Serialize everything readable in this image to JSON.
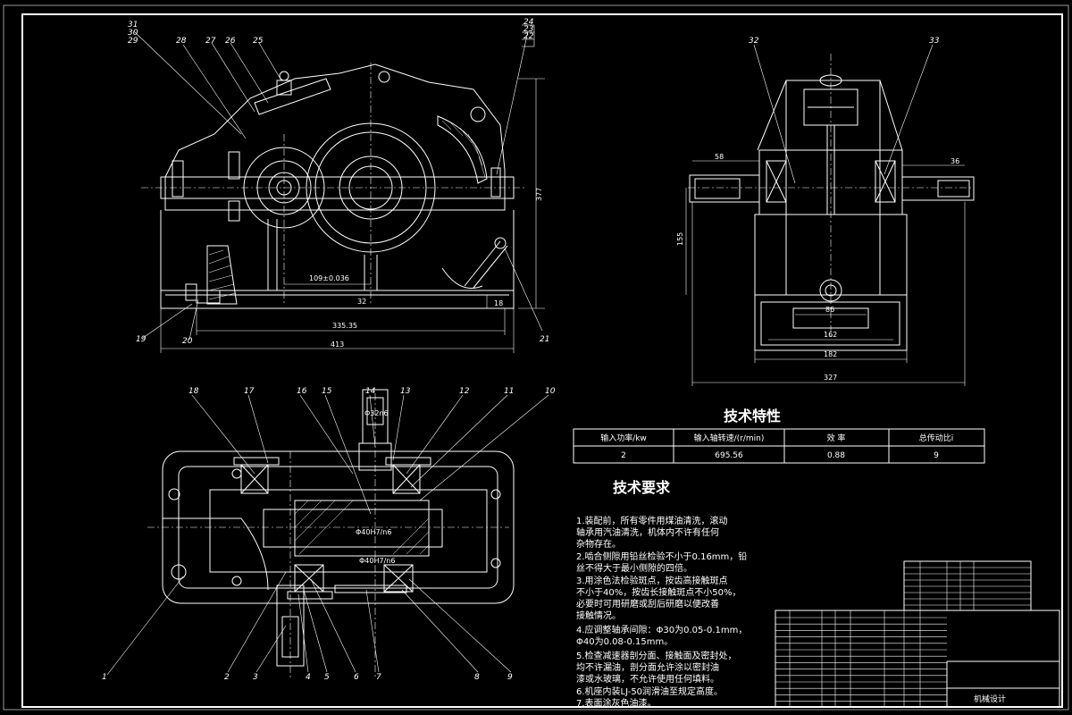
{
  "tech_char": {
    "title": "技术特性",
    "headers": [
      "输入功率/kw",
      "输入轴转速/(r/min)",
      "效 率",
      "总传动比i"
    ],
    "values": [
      "2",
      "695.56",
      "0.88",
      "9"
    ]
  },
  "tech_req": {
    "title": "技术要求",
    "lines": [
      "1.装配前，所有零件用煤油清洗，滚动",
      "   轴承用汽油清洗，机体内不许有任何",
      "   杂物存在。",
      "2.啮合侧隙用铅丝检验不小于0.16mm，铅",
      "   丝不得大于最小侧隙的四倍。",
      "3.用涂色法检验斑点，按齿高接触斑点",
      "   不小于40%，按齿长接触斑点不小50%，",
      "   必要时可用研磨或刮后研磨以便改善",
      "   接触情况。",
      "4.应调整轴承间隙：Φ30为0.05-0.1mm，",
      "   Φ40为0.08-0.15mm。",
      "5.检查减速器剖分面、接触面及密封处，",
      "   均不许漏油，剖分面允许涂以密封油",
      "   漆或水玻璃，不允许使用任何填料。",
      "6.机座内装LJ-50润滑油至规定高度。",
      "7.表面涂灰色油漆。"
    ]
  },
  "front_view": {
    "labels": [
      "31",
      "30",
      "29",
      "28",
      "27",
      "26",
      "25",
      "24",
      "23",
      "22",
      "19",
      "20",
      "21"
    ],
    "dims": [
      "377",
      "335.35",
      "413",
      "109±0.036",
      "32",
      "18"
    ]
  },
  "side_view": {
    "labels": [
      "32",
      "33"
    ],
    "dims": [
      "58",
      "36",
      "155",
      "86",
      "162",
      "182",
      "327"
    ]
  },
  "top_view": {
    "labels": [
      "18",
      "17",
      "16",
      "15",
      "14",
      "13",
      "12",
      "11",
      "10",
      "1",
      "2",
      "3",
      "4",
      "5",
      "6",
      "7",
      "8",
      "9"
    ],
    "fits": [
      "Φ32n6",
      "Φ40H7/n6",
      "Φ40H7/n6"
    ]
  },
  "title_block": {
    "drawing_title": "机械设计"
  }
}
